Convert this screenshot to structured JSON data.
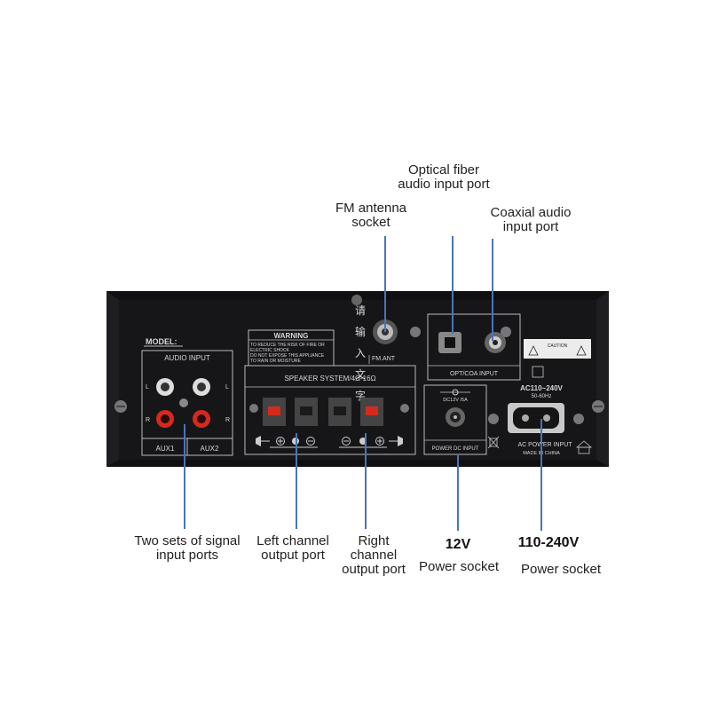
{
  "callouts": {
    "optical": "Optical fiber\naudio input port",
    "fm": "FM antenna\nsocket",
    "coaxial": "Coaxial audio\ninput port",
    "signal": "Two sets of signal\ninput ports",
    "left": "Left channel\noutput port",
    "right": "Right\nchannel\noutput port",
    "v12": "12V",
    "power12": "Power socket",
    "v110": "110-240V",
    "power110": "Power socket"
  },
  "panel": {
    "model": "MODEL:",
    "audio_input": "AUDIO INPUT",
    "aux1": "AUX1",
    "aux2": "AUX2",
    "l_mark": "L",
    "r_mark": "R",
    "warning_title": "WARNING",
    "warning_lines": [
      "TO REDUCE THE RISK OF FIRE OR",
      "ELECTRIC SHOCK",
      "DO NOT EXPOSE THIS APPLIANCE",
      "TO RAIN OR MOISTURE"
    ],
    "fm_ant": "FM.ANT",
    "opt_coa": "OPT/COA  INPUT",
    "caution": "CAUTION",
    "speaker_system": "SPEAKER SYSTEM/4Ω-16Ω",
    "dc_rating": "DC12V /5A",
    "dc_label": "POWER DC INPUT",
    "ac_rating": "AC110~240V",
    "ac_hz": "50-60Hz",
    "ac_label": "AC POWER INPUT",
    "made_in": "MADE IN CHINA",
    "chinese_overlay": [
      "请",
      "输",
      "入",
      "文",
      "字"
    ]
  },
  "colors": {
    "leader": "#4a74b8",
    "panel": "#141416",
    "red": "#d42a1e"
  }
}
